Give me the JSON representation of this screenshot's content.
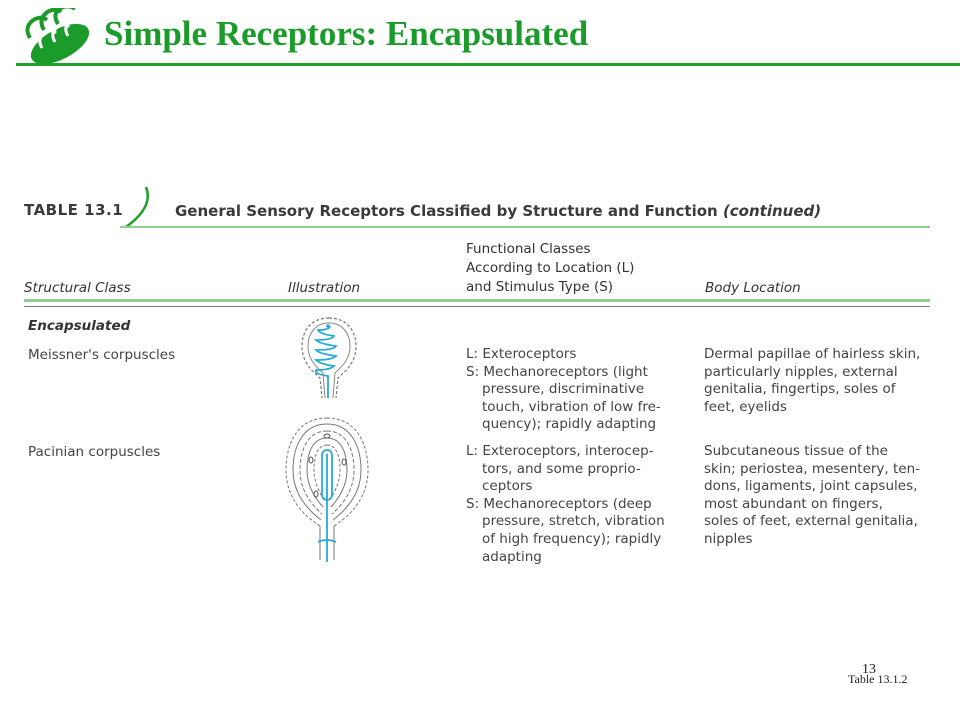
{
  "slide": {
    "title": "Simple Receptors: Encapsulated",
    "page_number": "13",
    "footer_ref": "Table 13.1.2",
    "logo_text": "ECC",
    "accent_color": "#1fa12e",
    "logo_icon": "ecc-logo-icon"
  },
  "table": {
    "label": "TABLE 13.1",
    "caption": "General Sensory Receptors Classified by Structure and Function",
    "caption_suffix": "(continued)",
    "headers": {
      "structural": "Structural Class",
      "illustration": "Illustration",
      "functional": [
        "Functional Classes",
        "According to Location (L)",
        "and Stimulus Type (S)"
      ],
      "body": "Body Location"
    },
    "section": "Encapsulated",
    "rows": [
      {
        "name": "Meissner's corpuscles",
        "functional": [
          "L: Exteroceptors",
          "S: Mechanoreceptors (light",
          "pressure, discriminative",
          "touch, vibration of low fre-",
          "quency); rapidly adapting"
        ],
        "body": [
          "Dermal papillae of hairless skin,",
          "particularly nipples, external",
          "genitalia, fingertips, soles of",
          "feet, eyelids"
        ]
      },
      {
        "name": "Pacinian corpuscles",
        "functional": [
          "L: Exteroceptors, interocep-",
          "tors, and some proprio-",
          "ceptors",
          "S: Mechanoreceptors (deep",
          "pressure, stretch, vibration",
          "of high frequency); rapidly",
          "adapting"
        ],
        "body": [
          "Subcutaneous tissue of the",
          "skin; periostea, mesentery, ten-",
          "dons, ligaments, joint capsules,",
          "most abundant on fingers,",
          "soles of feet, external genitalia,",
          "nipples"
        ]
      }
    ]
  }
}
